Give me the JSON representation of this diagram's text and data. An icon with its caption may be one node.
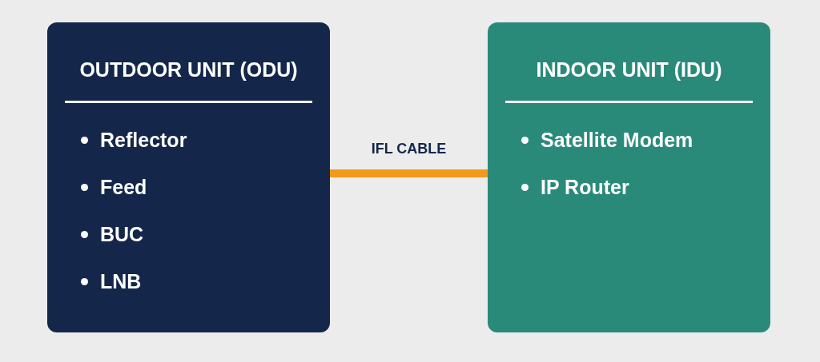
{
  "diagram": {
    "nodes": [
      {
        "text": [
          "OUTDOOR UNIT (ODU)",
          "Reflector",
          "Feed",
          "BUC",
          "LNB"
        ]
      },
      {
        "text": [
          "INDOOR UNIT (IDU)",
          "Satellite Modem",
          "IP Router"
        ]
      }
    ],
    "edges": [
      {
        "from": 0,
        "to": 1,
        "arrow": "none",
        "label": "IFL CABLE"
      }
    ]
  }
}
